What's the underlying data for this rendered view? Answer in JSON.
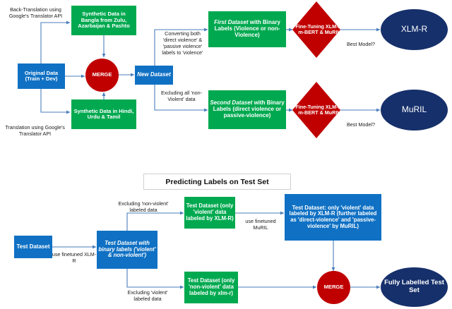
{
  "colors": {
    "blue": "#1071c4",
    "green": "#00a94f",
    "red": "#c00000",
    "navy": "#16306b",
    "edge": "#4a7ebb",
    "text": "#1a1a1a"
  },
  "top_flow": {
    "labels": {
      "back_translation": "Back-Translation using Google's Translator API",
      "translation": "Translation using Google's Translator API",
      "converting": "Converting both 'direct violence' & 'passive violence' labels to 'violence'",
      "excluding_non_violent": "Excluding all 'non-Violent' data",
      "best_model_top": "Best Model?",
      "best_model_bottom": "Best Model?"
    },
    "nodes": {
      "original_data": "Original Data (Train + Dev)",
      "synthetic_bangla": "Synthetic Data in Bangla from Zulu, Azarbaijan & Pashto",
      "synthetic_hindi": "Synthetic Data in Hindi, Urdu & Tamil",
      "merge": "MERGE",
      "new_dataset": "New Dataset",
      "first_dataset_em": "First Dataset",
      "first_dataset_rest": " with Binary Labels (Violence or non-Violence)",
      "second_dataset_em": "Second Dataset",
      "second_dataset_rest": " with Binary Labels (direct violence or passive-violence)",
      "fine_tuning_top": "Fine-Tuning XLM-R, m-BERT & MuRIL",
      "fine_tuning_bottom": "Fine-Tuning XLM-R, m-BERT & MuRIL",
      "xlmr_model": "XLM-R",
      "muril_model": "MuRIL"
    }
  },
  "bottom_flow": {
    "title": "Predicting Labels on Test Set",
    "labels": {
      "use_finetuned_xlmr": "use finetuned XLM-R",
      "excluding_non_violent_labeled": "Excluding 'non-violent' labeled data",
      "excluding_violent_labeled": "Excluding 'violent' labeled data",
      "use_finetuned_muril": "use finetuned MuRIL"
    },
    "nodes": {
      "test_dataset": "Test Dataset",
      "test_binary_em": "Test Dataset with binary labels ('violent' & non-violent')",
      "test_violent_green": "Test Dataset (only 'violent' data labeled by XLM-R)",
      "test_nonviolent_green": "Test Dataset (only 'non-violent' data labeled by xlm-r)",
      "test_violent_muril": "Test Dataset: only 'violent' data labeled by XLM-R (further labeled as 'direct-violence' and 'passive-violence' by MuRIL)",
      "merge": "MERGE",
      "fully_labelled": "Fully Labelled Test Set"
    }
  }
}
